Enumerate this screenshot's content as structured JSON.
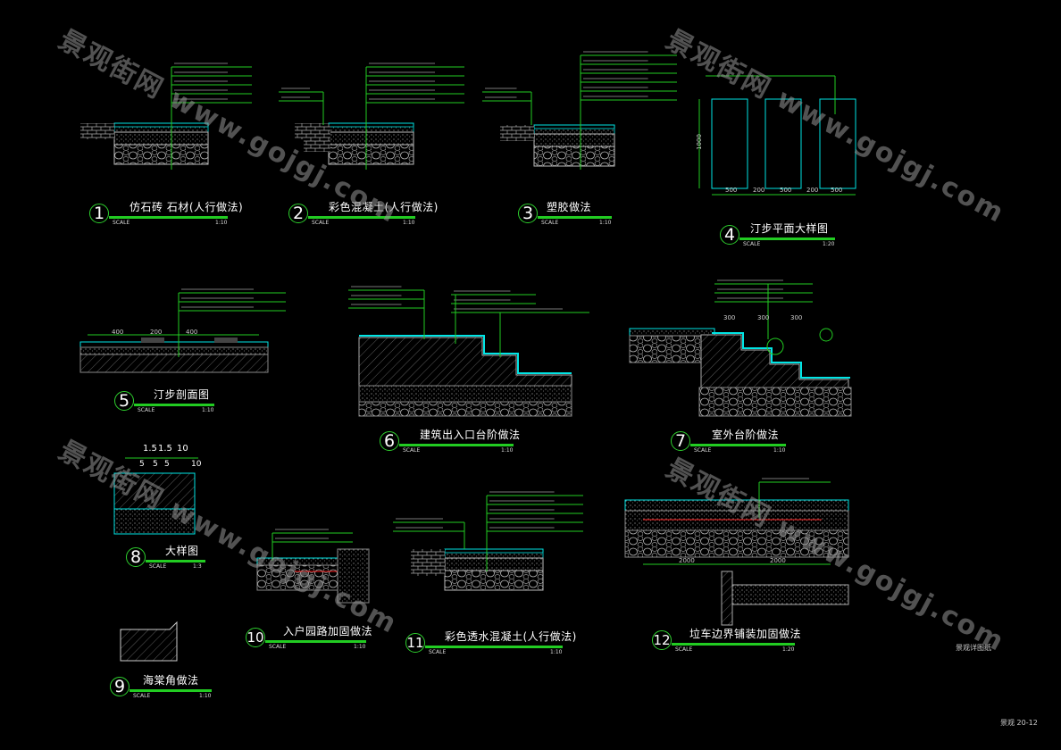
{
  "watermark": "景观街网 www.gojgj.com",
  "details": [
    {
      "num": "1",
      "title": "仿石砖 石材(人行做法)",
      "scale_label": "SCALE",
      "scale": "1:10"
    },
    {
      "num": "2",
      "title": "彩色混凝土(人行做法)",
      "scale_label": "SCALE",
      "scale": "1:10"
    },
    {
      "num": "3",
      "title": "塑胶做法",
      "scale_label": "SCALE",
      "scale": "1:10"
    },
    {
      "num": "4",
      "title": "汀步平面大样图",
      "scale_label": "SCALE",
      "scale": "1:20"
    },
    {
      "num": "5",
      "title": "汀步剖面图",
      "scale_label": "SCALE",
      "scale": "1:10"
    },
    {
      "num": "6",
      "title": "建筑出入口台阶做法",
      "scale_label": "SCALE",
      "scale": "1:10"
    },
    {
      "num": "7",
      "title": "室外台阶做法",
      "scale_label": "SCALE",
      "scale": "1:10"
    },
    {
      "num": "8",
      "title": "大样图",
      "scale_label": "SCALE",
      "scale": "1:3"
    },
    {
      "num": "9",
      "title": "海棠角做法",
      "scale_label": "SCALE",
      "scale": "1:10"
    },
    {
      "num": "10",
      "title": "入户园路加固做法",
      "scale_label": "SCALE",
      "scale": "1:10"
    },
    {
      "num": "11",
      "title": "彩色透水混凝土(人行做法)",
      "scale_label": "SCALE",
      "scale": "1:10"
    },
    {
      "num": "12",
      "title": "垃车边界铺装加固做法",
      "scale_label": "SCALE",
      "scale": "1:20"
    }
  ],
  "dims": {
    "d4": [
      "500",
      "200",
      "500",
      "200",
      "500"
    ],
    "d4_height": "1000",
    "d8_top": [
      "1.5",
      "1.5",
      "10"
    ],
    "d8_bottom": [
      "5",
      "5",
      "5",
      "10"
    ],
    "d5": [
      "400",
      "200",
      "400"
    ],
    "d7": [
      "300",
      "300",
      "300"
    ],
    "d12": [
      "2000",
      "2000"
    ]
  },
  "footer": {
    "note_right": "景观详图纸",
    "sheet": "景观 20-12"
  },
  "colors": {
    "accent": "#22cc22",
    "outline": "#00e5e5",
    "text": "#ffffff"
  }
}
